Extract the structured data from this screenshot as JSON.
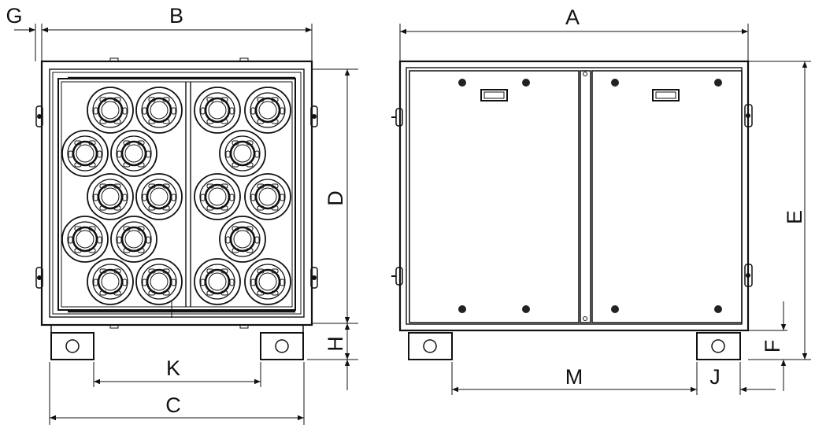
{
  "dimension_labels": {
    "A": "A",
    "B": "B",
    "C": "C",
    "D": "D",
    "E": "E",
    "F": "F",
    "G": "G",
    "H": "H",
    "J": "J",
    "K": "K",
    "M": "M"
  },
  "colors": {
    "line": "#111111",
    "background": "#ffffff",
    "panel_fill": "#ffffff",
    "fastener": "#222222"
  },
  "views": [
    "front-view-with-filter-cartridges",
    "side-view-with-access-doors"
  ]
}
